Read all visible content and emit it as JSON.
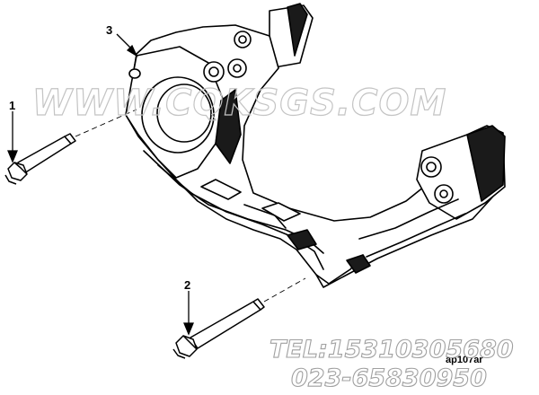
{
  "callouts": {
    "one": "1",
    "two": "2",
    "three": "3"
  },
  "watermark": "WWW.CQKSGS.COM",
  "contact": {
    "tel": "TEL:15310305680",
    "phone": "023-65830950"
  },
  "part_number": "ap107ar"
}
